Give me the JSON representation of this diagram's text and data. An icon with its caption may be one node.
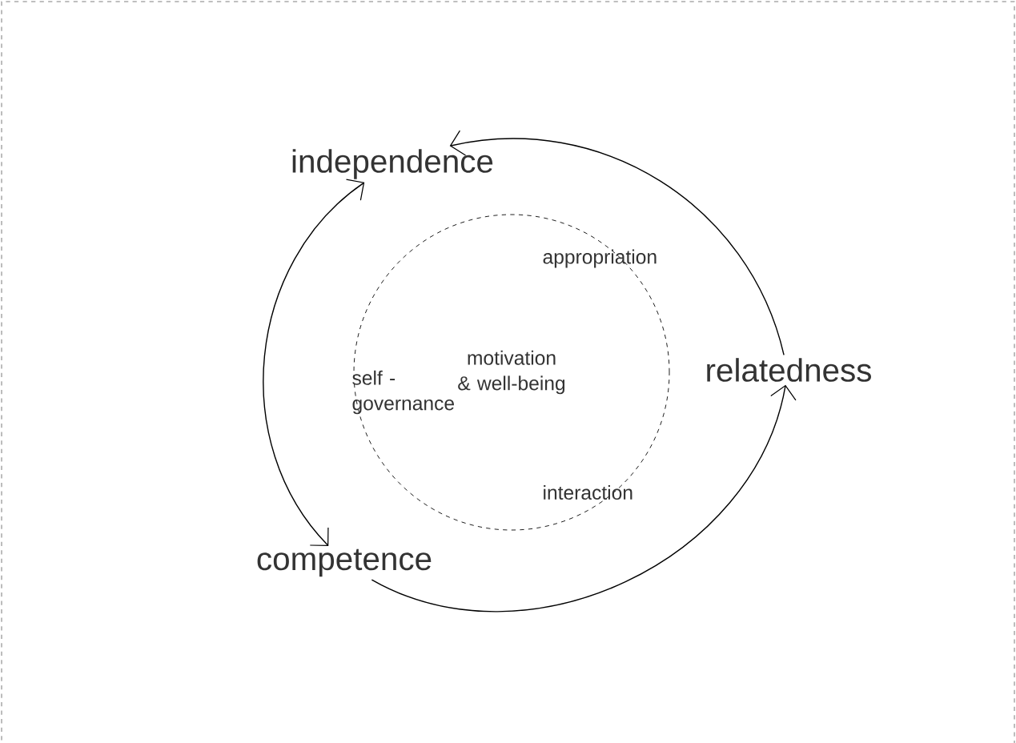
{
  "diagram": {
    "nodes": [
      {
        "text": [
          "independence"
        ]
      },
      {
        "text": [
          "relatedness"
        ]
      },
      {
        "text": [
          "competence"
        ]
      },
      {
        "text": [
          "motivation & well-being"
        ]
      }
    ],
    "edges": [
      {
        "from": 1,
        "to": 0,
        "arrow": "to"
      },
      {
        "from": 2,
        "to": 1,
        "arrow": "to"
      },
      {
        "from": 0,
        "to": 2,
        "arrow": "both"
      }
    ],
    "labels": [
      "appropriation",
      "self - governance",
      "interaction"
    ]
  }
}
